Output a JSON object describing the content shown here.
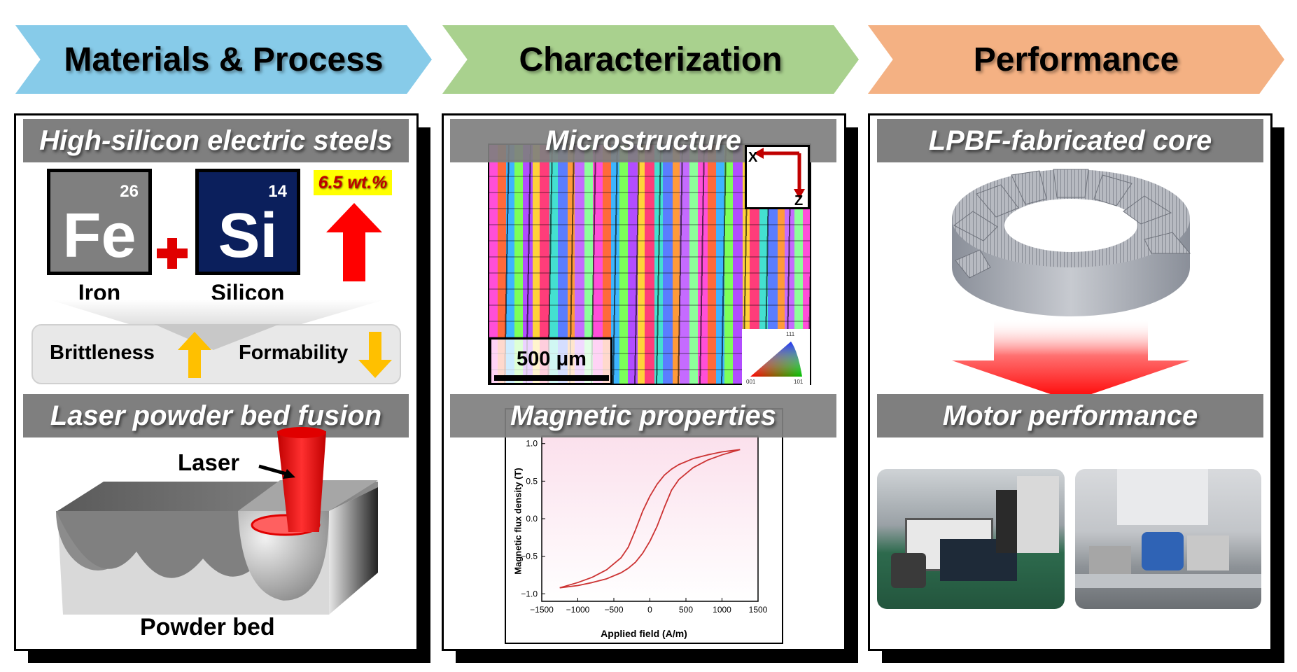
{
  "header": {
    "materials_process": "Materials & Process",
    "characterization": "Characterization",
    "performance": "Performance"
  },
  "colors": {
    "header_blue": "#87cbe9",
    "header_green": "#a9d18e",
    "header_orange": "#f4b183",
    "band_gray": "#7f7f7f",
    "si_navy": "#0b1f5c",
    "fe_gray": "#7f7f7f",
    "red": "#ff0000",
    "arrow_yellow": "#ffc000",
    "hysteresis": "#cc3333"
  },
  "materials": {
    "title": "High-silicon electric steels",
    "fe": {
      "number": "26",
      "symbol": "Fe",
      "name": "Iron"
    },
    "si": {
      "number": "14",
      "symbol": "Si",
      "name": "Silicon"
    },
    "si_content": "6.5 wt.%",
    "brittleness": "Brittleness",
    "formability": "Formability",
    "process_title": "Laser powder bed fusion",
    "laser_label": "Laser",
    "powder_bed_label": "Powder bed"
  },
  "characterization": {
    "microstructure_title": "Microstructure",
    "axis_x": "X",
    "axis_z": "Z",
    "scale_bar": "500 μm",
    "ipf": {
      "top": "111",
      "left": "001",
      "right": "101"
    },
    "magnetic_title": "Magnetic properties"
  },
  "chart_data": {
    "type": "line",
    "title": "",
    "xlabel": "Applied field (A/m)",
    "ylabel": "Magnetic flux density (T)",
    "xlim": [
      -1500,
      1500
    ],
    "ylim": [
      -1.1,
      1.1
    ],
    "xticks": [
      -1500,
      -1000,
      -500,
      0,
      500,
      1000,
      1500
    ],
    "yticks": [
      -1.0,
      -0.5,
      0.0,
      0.5,
      1.0
    ],
    "xtick_labels": [
      "−1500",
      "−1000",
      "−500",
      "0",
      "500",
      "1000",
      "1500"
    ],
    "ytick_labels": [
      "−1.0",
      "−0.5",
      "0.0",
      "0.5",
      "1.0"
    ],
    "grid": false,
    "series": [
      {
        "values_x": [
          -1250,
          -1000,
          -800,
          -600,
          -400,
          -300,
          -200,
          -100,
          0,
          100,
          200,
          300,
          400,
          600,
          800,
          1000,
          1250
        ],
        "values_y": [
          -0.92,
          -0.85,
          -0.78,
          -0.68,
          -0.52,
          -0.38,
          -0.15,
          0.1,
          0.3,
          0.46,
          0.58,
          0.66,
          0.72,
          0.8,
          0.85,
          0.89,
          0.92
        ]
      },
      {
        "values_x": [
          1250,
          1000,
          800,
          600,
          400,
          300,
          200,
          100,
          0,
          -100,
          -200,
          -300,
          -400,
          -600,
          -800,
          -1000,
          -1250
        ],
        "values_y": [
          0.92,
          0.85,
          0.78,
          0.68,
          0.52,
          0.38,
          0.15,
          -0.1,
          -0.3,
          -0.46,
          -0.58,
          -0.66,
          -0.72,
          -0.8,
          -0.85,
          -0.89,
          -0.92
        ]
      }
    ]
  },
  "performance": {
    "core_title": "LPBF-fabricated core",
    "motor_title": "Motor performance"
  }
}
